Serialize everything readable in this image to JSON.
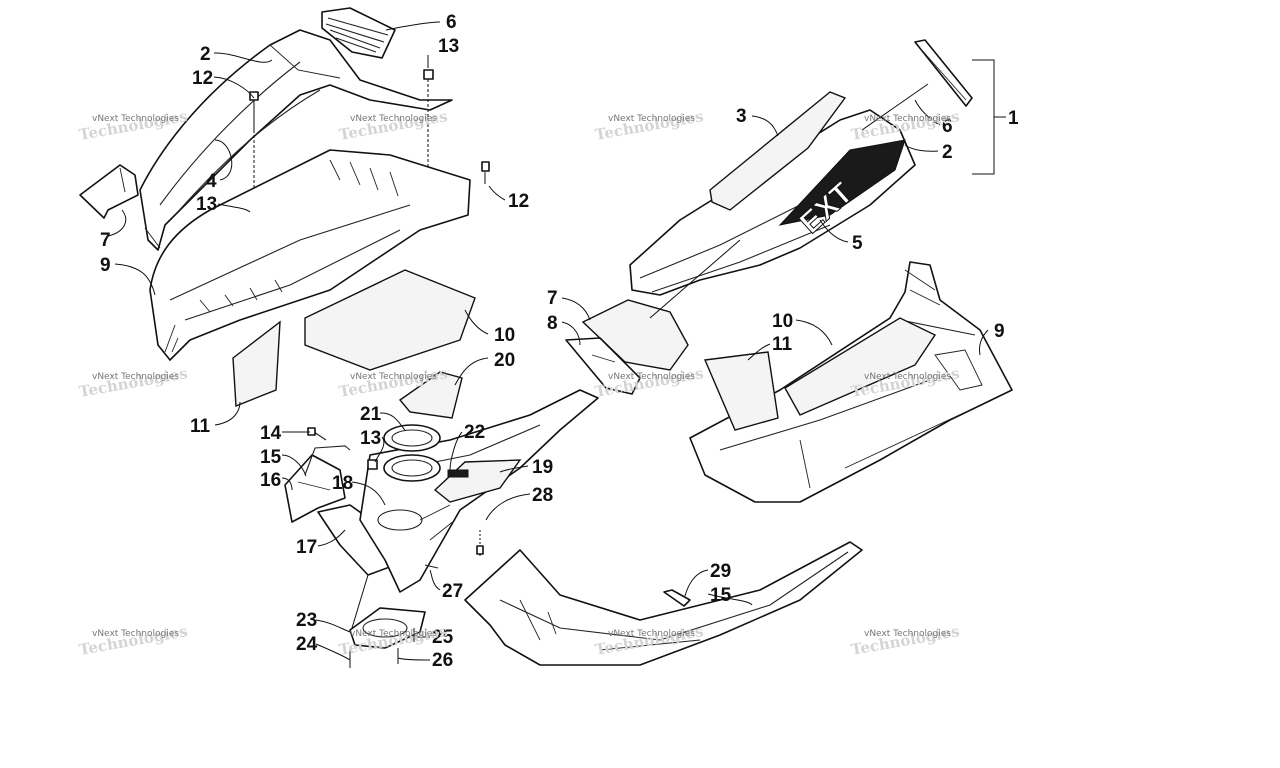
{
  "watermark_text": "vNext Technologies",
  "callouts": [
    {
      "id": "c-6a",
      "text": "6"
    },
    {
      "id": "c-2a",
      "text": "2"
    },
    {
      "id": "c-13a",
      "text": "13"
    },
    {
      "id": "c-12a",
      "text": "12"
    },
    {
      "id": "c-4",
      "text": "4"
    },
    {
      "id": "c-13b",
      "text": "13"
    },
    {
      "id": "c-12b",
      "text": "12"
    },
    {
      "id": "c-7a",
      "text": "7"
    },
    {
      "id": "c-9a",
      "text": "9"
    },
    {
      "id": "c-10a",
      "text": "10"
    },
    {
      "id": "c-11a",
      "text": "11"
    },
    {
      "id": "c-20",
      "text": "20"
    },
    {
      "id": "c-21",
      "text": "21"
    },
    {
      "id": "c-22",
      "text": "22"
    },
    {
      "id": "c-13c",
      "text": "13"
    },
    {
      "id": "c-14",
      "text": "14"
    },
    {
      "id": "c-15a",
      "text": "15"
    },
    {
      "id": "c-16",
      "text": "16"
    },
    {
      "id": "c-18",
      "text": "18"
    },
    {
      "id": "c-19",
      "text": "19"
    },
    {
      "id": "c-28",
      "text": "28"
    },
    {
      "id": "c-17",
      "text": "17"
    },
    {
      "id": "c-27",
      "text": "27"
    },
    {
      "id": "c-23",
      "text": "23"
    },
    {
      "id": "c-24",
      "text": "24"
    },
    {
      "id": "c-25",
      "text": "25"
    },
    {
      "id": "c-26",
      "text": "26"
    },
    {
      "id": "c-3",
      "text": "3"
    },
    {
      "id": "c-1",
      "text": "1"
    },
    {
      "id": "c-6b",
      "text": "6"
    },
    {
      "id": "c-2b",
      "text": "2"
    },
    {
      "id": "c-5",
      "text": "5"
    },
    {
      "id": "c-7b",
      "text": "7"
    },
    {
      "id": "c-8",
      "text": "8"
    },
    {
      "id": "c-10b",
      "text": "10"
    },
    {
      "id": "c-11b",
      "text": "11"
    },
    {
      "id": "c-9b",
      "text": "9"
    },
    {
      "id": "c-29",
      "text": "29"
    },
    {
      "id": "c-15b",
      "text": "15"
    }
  ],
  "logo_text": "EXT"
}
